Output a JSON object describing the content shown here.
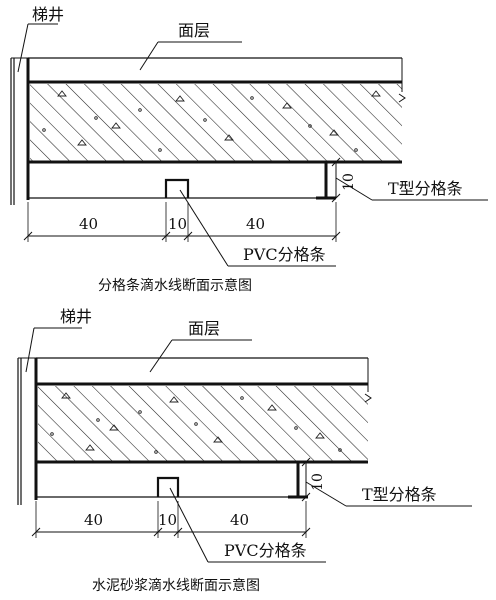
{
  "diagrams": [
    {
      "stair_label": "梯井",
      "surface_label": "面层",
      "t_strip_label": "T型分格条",
      "pvc_label": "PVC分格条",
      "caption": "分格条滴水线断面示意图",
      "dim_left": "40",
      "dim_mid": "10",
      "dim_right": "40",
      "dim_side": "10"
    },
    {
      "stair_label": "梯井",
      "surface_label": "面层",
      "t_strip_label": "T型分格条",
      "pvc_label": "PVC分格条",
      "caption": "水泥砂浆滴水线断面示意图",
      "dim_left": "40",
      "dim_mid": "10",
      "dim_right": "40",
      "dim_side": "10"
    }
  ]
}
